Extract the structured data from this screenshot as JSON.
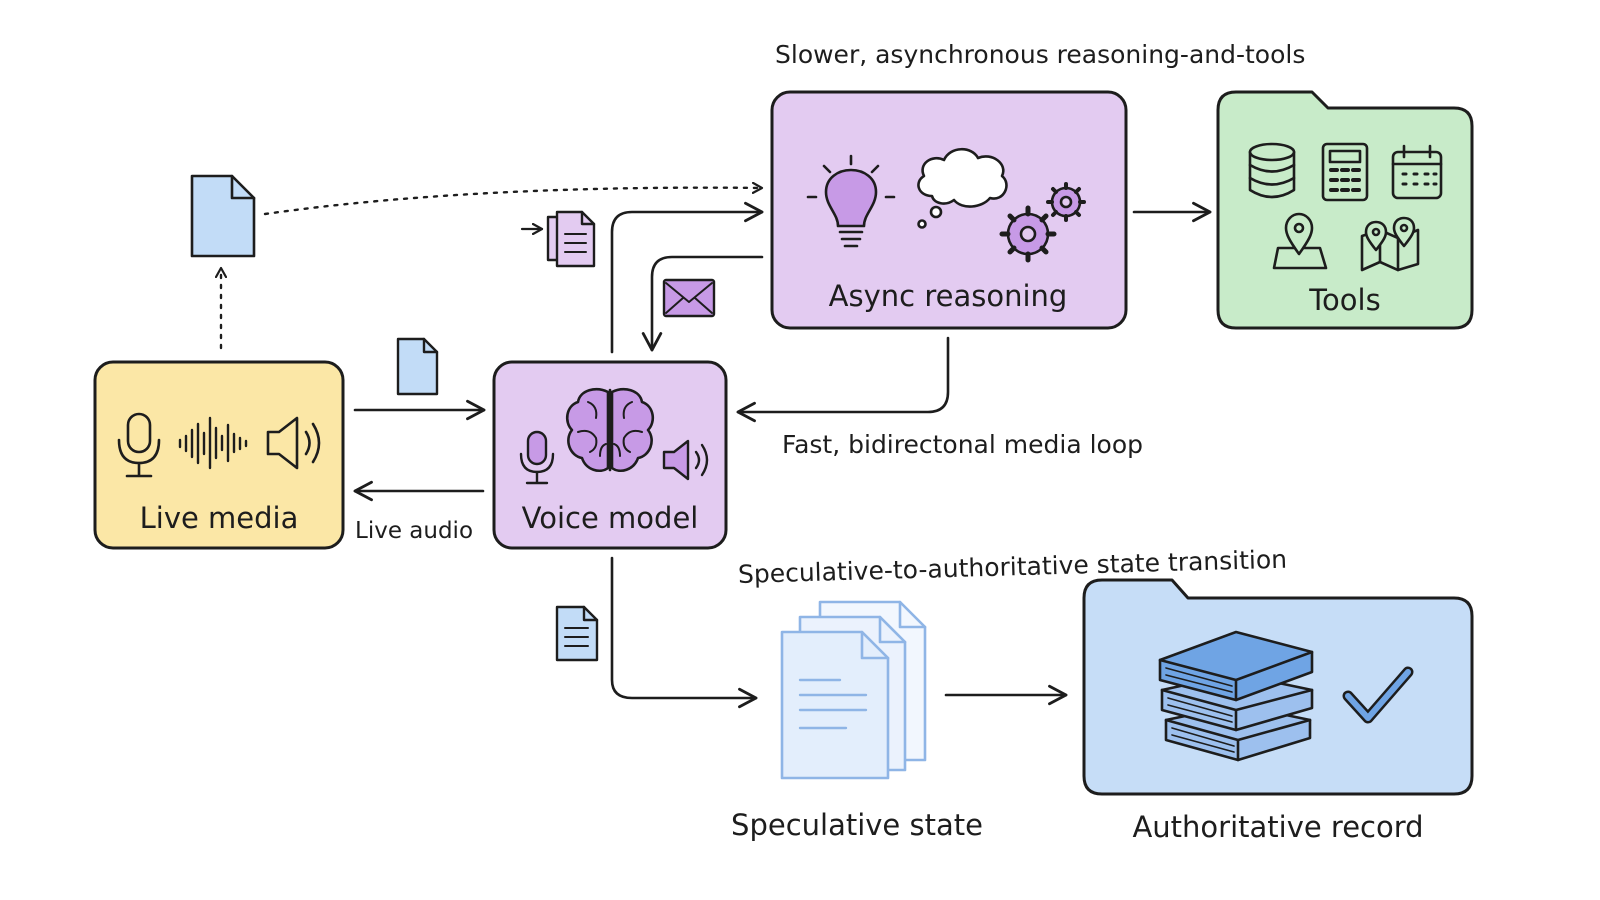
{
  "colors": {
    "stroke": "#1d1d1d",
    "live_fill": "#fbe7a6",
    "purple_fill": "#e3cbf1",
    "purple_icon": "#c79ae6",
    "green_fill": "#c8ebc9",
    "blue_fill": "#c6ddf7",
    "blue_light": "#e3eefc",
    "blue_line": "#8fb5e6",
    "doc_fill": "#c2dcf7",
    "book_top": "#6fa4e4"
  },
  "captions": {
    "slower": "Slower, asynchronous reasoning-and-tools",
    "fast": "Fast, bidirectonal media loop",
    "transition": "Speculative-to-authoritative state transition",
    "live_audio": "Live audio"
  },
  "nodes": {
    "live_media": {
      "title": "Live media",
      "icons": [
        "microphone-icon",
        "waveform-icon",
        "speaker-icon"
      ]
    },
    "voice_model": {
      "title": "Voice model",
      "icons": [
        "microphone-icon",
        "brain-icon",
        "speaker-icon"
      ]
    },
    "async_reasoning": {
      "title": "Async reasoning",
      "icons": [
        "lightbulb-icon",
        "thought-bubble-icon",
        "gears-icon"
      ]
    },
    "tools": {
      "title": "Tools",
      "icons": [
        "database-icon",
        "calculator-icon",
        "calendar-icon",
        "map-pin-icon",
        "map-icon"
      ]
    },
    "speculative_state": {
      "title": "Speculative state",
      "icons": [
        "stacked-documents-icon"
      ]
    },
    "authoritative_record": {
      "title": "Authoritative record",
      "icons": [
        "book-stack-icon",
        "checkmark-icon"
      ]
    }
  }
}
